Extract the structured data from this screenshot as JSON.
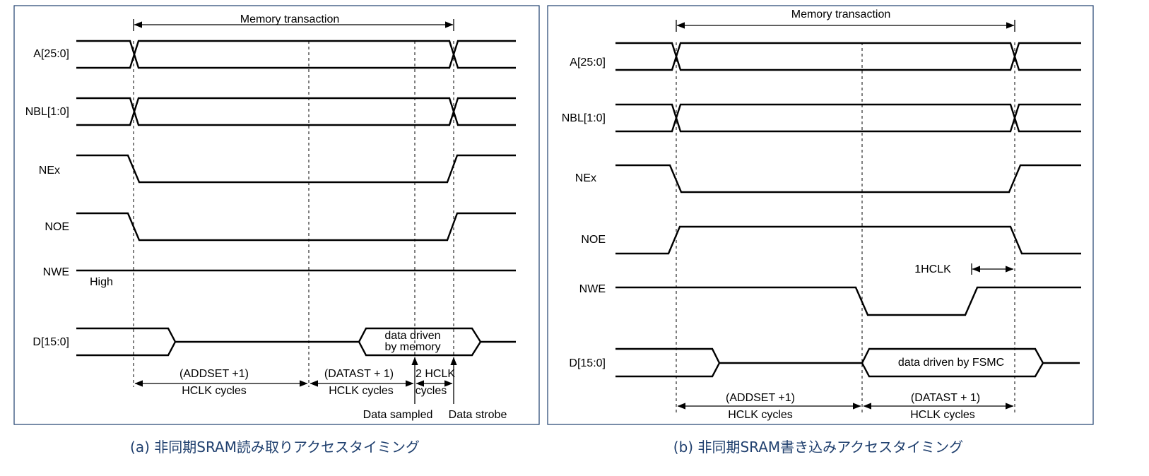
{
  "colors": {
    "frame": "#1f3f6e",
    "caption": "#1f3f6e",
    "waveform": "#000000"
  },
  "panels": [
    {
      "title": "Memory transaction",
      "caption": "(a) 非同期SRAM読み取りアクセスタイミング",
      "signals": [
        "A[25:0]",
        "NBL[1:0]",
        "NEx",
        "NOE",
        "NWE",
        "D[15:0]"
      ],
      "nwe_level": "High",
      "data_label_1": "data driven",
      "data_label_2": "by memory",
      "intervals": [
        {
          "line1": "(ADDSET +1)",
          "line2": "HCLK cycles"
        },
        {
          "line1": "(DATAST + 1)",
          "line2": "HCLK cycles"
        },
        {
          "line1": "2 HCLK",
          "line2": "cycles"
        }
      ],
      "events": [
        "Data sampled",
        "Data strobe"
      ]
    },
    {
      "title": "Memory transaction",
      "caption": "(b) 非同期SRAM書き込みアクセスタイミング",
      "signals": [
        "A[25:0]",
        "NBL[1:0]",
        "NEx",
        "NOE",
        "NWE",
        "D[15:0]"
      ],
      "hclk_label": "1HCLK",
      "data_label": "data driven by FSMC",
      "intervals": [
        {
          "line1": "(ADDSET +1)",
          "line2": "HCLK cycles"
        },
        {
          "line1": "(DATAST + 1)",
          "line2": "HCLK cycles"
        }
      ]
    }
  ]
}
